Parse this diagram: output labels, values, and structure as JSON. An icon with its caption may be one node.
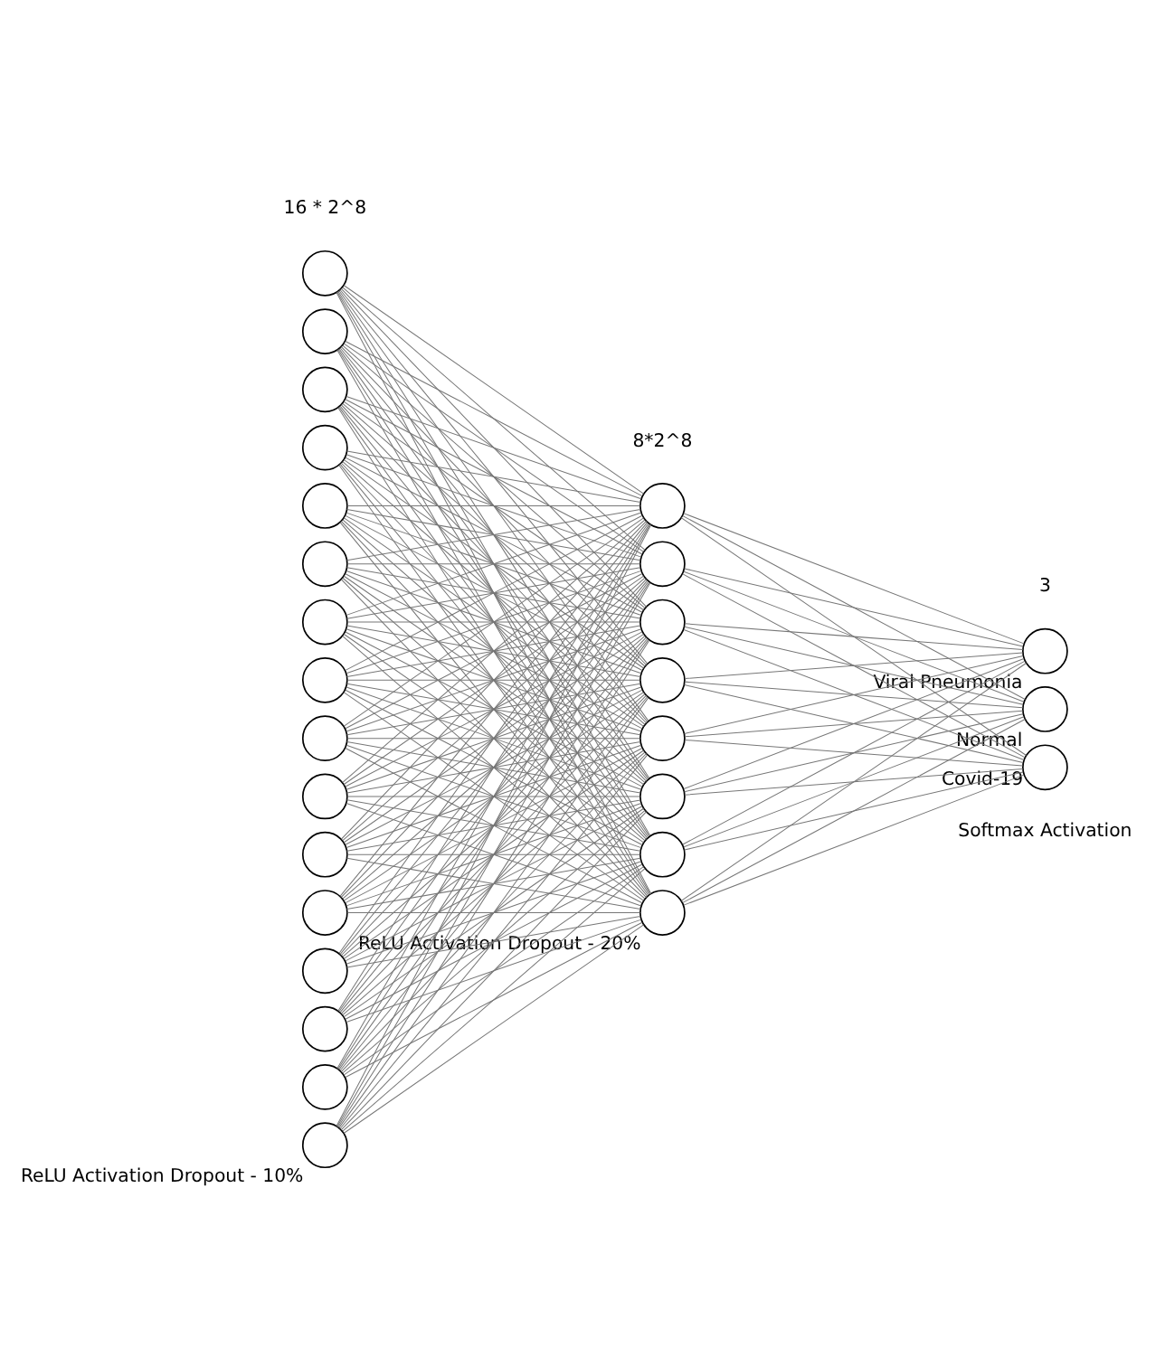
{
  "diagram": {
    "nodes": [
      {
        "text": [],
        "shape": "circle"
      },
      {
        "text": [],
        "shape": "circle"
      },
      {
        "text": [],
        "shape": "circle"
      },
      {
        "text": [],
        "shape": "circle"
      },
      {
        "text": [],
        "shape": "circle"
      },
      {
        "text": [],
        "shape": "circle"
      },
      {
        "text": [],
        "shape": "circle"
      },
      {
        "text": [],
        "shape": "circle"
      },
      {
        "text": [],
        "shape": "circle"
      },
      {
        "text": [],
        "shape": "circle"
      },
      {
        "text": [],
        "shape": "circle"
      },
      {
        "text": [],
        "shape": "circle"
      },
      {
        "text": [],
        "shape": "circle"
      },
      {
        "text": [],
        "shape": "circle"
      },
      {
        "text": [],
        "shape": "circle"
      },
      {
        "text": [],
        "shape": "circle",
        "beside": [
          "ReLU Activation Dropout - 10%"
        ]
      },
      {
        "text": [],
        "shape": "circle"
      },
      {
        "text": [],
        "shape": "circle"
      },
      {
        "text": [],
        "shape": "circle"
      },
      {
        "text": [],
        "shape": "circle"
      },
      {
        "text": [],
        "shape": "circle"
      },
      {
        "text": [],
        "shape": "circle"
      },
      {
        "text": [],
        "shape": "circle"
      },
      {
        "text": [],
        "shape": "circle",
        "beside": [
          "ReLU Activation Dropout - 20%"
        ]
      },
      {
        "text": [],
        "shape": "circle",
        "beside": [
          "Viral Pneumonia"
        ]
      },
      {
        "text": [],
        "shape": "circle",
        "beside": [
          "Normal"
        ]
      },
      {
        "text": [],
        "shape": "circle",
        "beside": [
          "Covid-19"
        ]
      }
    ],
    "edges": [
      {
        "from": 0,
        "to": 16,
        "arrow": "none"
      },
      {
        "from": 0,
        "to": 17,
        "arrow": "none"
      },
      {
        "from": 0,
        "to": 18,
        "arrow": "none"
      },
      {
        "from": 0,
        "to": 19,
        "arrow": "none"
      },
      {
        "from": 0,
        "to": 20,
        "arrow": "none"
      },
      {
        "from": 0,
        "to": 21,
        "arrow": "none"
      },
      {
        "from": 0,
        "to": 22,
        "arrow": "none"
      },
      {
        "from": 0,
        "to": 23,
        "arrow": "none"
      },
      {
        "from": 1,
        "to": 16,
        "arrow": "none"
      },
      {
        "from": 1,
        "to": 17,
        "arrow": "none"
      },
      {
        "from": 1,
        "to": 18,
        "arrow": "none"
      },
      {
        "from": 1,
        "to": 19,
        "arrow": "none"
      },
      {
        "from": 1,
        "to": 20,
        "arrow": "none"
      },
      {
        "from": 1,
        "to": 21,
        "arrow": "none"
      },
      {
        "from": 1,
        "to": 22,
        "arrow": "none"
      },
      {
        "from": 1,
        "to": 23,
        "arrow": "none"
      },
      {
        "from": 2,
        "to": 16,
        "arrow": "none"
      },
      {
        "from": 2,
        "to": 17,
        "arrow": "none"
      },
      {
        "from": 2,
        "to": 18,
        "arrow": "none"
      },
      {
        "from": 2,
        "to": 19,
        "arrow": "none"
      },
      {
        "from": 2,
        "to": 20,
        "arrow": "none"
      },
      {
        "from": 2,
        "to": 21,
        "arrow": "none"
      },
      {
        "from": 2,
        "to": 22,
        "arrow": "none"
      },
      {
        "from": 2,
        "to": 23,
        "arrow": "none"
      },
      {
        "from": 3,
        "to": 16,
        "arrow": "none"
      },
      {
        "from": 3,
        "to": 17,
        "arrow": "none"
      },
      {
        "from": 3,
        "to": 18,
        "arrow": "none"
      },
      {
        "from": 3,
        "to": 19,
        "arrow": "none"
      },
      {
        "from": 3,
        "to": 20,
        "arrow": "none"
      },
      {
        "from": 3,
        "to": 21,
        "arrow": "none"
      },
      {
        "from": 3,
        "to": 22,
        "arrow": "none"
      },
      {
        "from": 3,
        "to": 23,
        "arrow": "none"
      },
      {
        "from": 4,
        "to": 16,
        "arrow": "none"
      },
      {
        "from": 4,
        "to": 17,
        "arrow": "none"
      },
      {
        "from": 4,
        "to": 18,
        "arrow": "none"
      },
      {
        "from": 4,
        "to": 19,
        "arrow": "none"
      },
      {
        "from": 4,
        "to": 20,
        "arrow": "none"
      },
      {
        "from": 4,
        "to": 21,
        "arrow": "none"
      },
      {
        "from": 4,
        "to": 22,
        "arrow": "none"
      },
      {
        "from": 4,
        "to": 23,
        "arrow": "none"
      },
      {
        "from": 5,
        "to": 16,
        "arrow": "none"
      },
      {
        "from": 5,
        "to": 17,
        "arrow": "none"
      },
      {
        "from": 5,
        "to": 18,
        "arrow": "none"
      },
      {
        "from": 5,
        "to": 19,
        "arrow": "none"
      },
      {
        "from": 5,
        "to": 20,
        "arrow": "none"
      },
      {
        "from": 5,
        "to": 21,
        "arrow": "none"
      },
      {
        "from": 5,
        "to": 22,
        "arrow": "none"
      },
      {
        "from": 5,
        "to": 23,
        "arrow": "none"
      },
      {
        "from": 6,
        "to": 16,
        "arrow": "none"
      },
      {
        "from": 6,
        "to": 17,
        "arrow": "none"
      },
      {
        "from": 6,
        "to": 18,
        "arrow": "none"
      },
      {
        "from": 6,
        "to": 19,
        "arrow": "none"
      },
      {
        "from": 6,
        "to": 20,
        "arrow": "none"
      },
      {
        "from": 6,
        "to": 21,
        "arrow": "none"
      },
      {
        "from": 6,
        "to": 22,
        "arrow": "none"
      },
      {
        "from": 6,
        "to": 23,
        "arrow": "none"
      },
      {
        "from": 7,
        "to": 16,
        "arrow": "none"
      },
      {
        "from": 7,
        "to": 17,
        "arrow": "none"
      },
      {
        "from": 7,
        "to": 18,
        "arrow": "none"
      },
      {
        "from": 7,
        "to": 19,
        "arrow": "none"
      },
      {
        "from": 7,
        "to": 20,
        "arrow": "none"
      },
      {
        "from": 7,
        "to": 21,
        "arrow": "none"
      },
      {
        "from": 7,
        "to": 22,
        "arrow": "none"
      },
      {
        "from": 7,
        "to": 23,
        "arrow": "none"
      },
      {
        "from": 8,
        "to": 16,
        "arrow": "none"
      },
      {
        "from": 8,
        "to": 17,
        "arrow": "none"
      },
      {
        "from": 8,
        "to": 18,
        "arrow": "none"
      },
      {
        "from": 8,
        "to": 19,
        "arrow": "none"
      },
      {
        "from": 8,
        "to": 20,
        "arrow": "none"
      },
      {
        "from": 8,
        "to": 21,
        "arrow": "none"
      },
      {
        "from": 8,
        "to": 22,
        "arrow": "none"
      },
      {
        "from": 8,
        "to": 23,
        "arrow": "none"
      },
      {
        "from": 9,
        "to": 16,
        "arrow": "none"
      },
      {
        "from": 9,
        "to": 17,
        "arrow": "none"
      },
      {
        "from": 9,
        "to": 18,
        "arrow": "none"
      },
      {
        "from": 9,
        "to": 19,
        "arrow": "none"
      },
      {
        "from": 9,
        "to": 20,
        "arrow": "none"
      },
      {
        "from": 9,
        "to": 21,
        "arrow": "none"
      },
      {
        "from": 9,
        "to": 22,
        "arrow": "none"
      },
      {
        "from": 9,
        "to": 23,
        "arrow": "none"
      },
      {
        "from": 10,
        "to": 16,
        "arrow": "none"
      },
      {
        "from": 10,
        "to": 17,
        "arrow": "none"
      },
      {
        "from": 10,
        "to": 18,
        "arrow": "none"
      },
      {
        "from": 10,
        "to": 19,
        "arrow": "none"
      },
      {
        "from": 10,
        "to": 20,
        "arrow": "none"
      },
      {
        "from": 10,
        "to": 21,
        "arrow": "none"
      },
      {
        "from": 10,
        "to": 22,
        "arrow": "none"
      },
      {
        "from": 10,
        "to": 23,
        "arrow": "none"
      },
      {
        "from": 11,
        "to": 16,
        "arrow": "none"
      },
      {
        "from": 11,
        "to": 17,
        "arrow": "none"
      },
      {
        "from": 11,
        "to": 18,
        "arrow": "none"
      },
      {
        "from": 11,
        "to": 19,
        "arrow": "none"
      },
      {
        "from": 11,
        "to": 20,
        "arrow": "none"
      },
      {
        "from": 11,
        "to": 21,
        "arrow": "none"
      },
      {
        "from": 11,
        "to": 22,
        "arrow": "none"
      },
      {
        "from": 11,
        "to": 23,
        "arrow": "none"
      },
      {
        "from": 12,
        "to": 16,
        "arrow": "none"
      },
      {
        "from": 12,
        "to": 17,
        "arrow": "none"
      },
      {
        "from": 12,
        "to": 18,
        "arrow": "none"
      },
      {
        "from": 12,
        "to": 19,
        "arrow": "none"
      },
      {
        "from": 12,
        "to": 20,
        "arrow": "none"
      },
      {
        "from": 12,
        "to": 21,
        "arrow": "none"
      },
      {
        "from": 12,
        "to": 22,
        "arrow": "none"
      },
      {
        "from": 12,
        "to": 23,
        "arrow": "none"
      },
      {
        "from": 13,
        "to": 16,
        "arrow": "none"
      },
      {
        "from": 13,
        "to": 17,
        "arrow": "none"
      },
      {
        "from": 13,
        "to": 18,
        "arrow": "none"
      },
      {
        "from": 13,
        "to": 19,
        "arrow": "none"
      },
      {
        "from": 13,
        "to": 20,
        "arrow": "none"
      },
      {
        "from": 13,
        "to": 21,
        "arrow": "none"
      },
      {
        "from": 13,
        "to": 22,
        "arrow": "none"
      },
      {
        "from": 13,
        "to": 23,
        "arrow": "none"
      },
      {
        "from": 14,
        "to": 16,
        "arrow": "none"
      },
      {
        "from": 14,
        "to": 17,
        "arrow": "none"
      },
      {
        "from": 14,
        "to": 18,
        "arrow": "none"
      },
      {
        "from": 14,
        "to": 19,
        "arrow": "none"
      },
      {
        "from": 14,
        "to": 20,
        "arrow": "none"
      },
      {
        "from": 14,
        "to": 21,
        "arrow": "none"
      },
      {
        "from": 14,
        "to": 22,
        "arrow": "none"
      },
      {
        "from": 14,
        "to": 23,
        "arrow": "none"
      },
      {
        "from": 15,
        "to": 16,
        "arrow": "none"
      },
      {
        "from": 15,
        "to": 17,
        "arrow": "none"
      },
      {
        "from": 15,
        "to": 18,
        "arrow": "none"
      },
      {
        "from": 15,
        "to": 19,
        "arrow": "none"
      },
      {
        "from": 15,
        "to": 20,
        "arrow": "none"
      },
      {
        "from": 15,
        "to": 21,
        "arrow": "none"
      },
      {
        "from": 15,
        "to": 22,
        "arrow": "none"
      },
      {
        "from": 15,
        "to": 23,
        "arrow": "none"
      },
      {
        "from": 16,
        "to": 24,
        "arrow": "none"
      },
      {
        "from": 16,
        "to": 25,
        "arrow": "none"
      },
      {
        "from": 16,
        "to": 26,
        "arrow": "none"
      },
      {
        "from": 17,
        "to": 24,
        "arrow": "none"
      },
      {
        "from": 17,
        "to": 25,
        "arrow": "none"
      },
      {
        "from": 17,
        "to": 26,
        "arrow": "none"
      },
      {
        "from": 18,
        "to": 24,
        "arrow": "none"
      },
      {
        "from": 18,
        "to": 25,
        "arrow": "none"
      },
      {
        "from": 18,
        "to": 26,
        "arrow": "none"
      },
      {
        "from": 19,
        "to": 24,
        "arrow": "none"
      },
      {
        "from": 19,
        "to": 25,
        "arrow": "none"
      },
      {
        "from": 19,
        "to": 26,
        "arrow": "none"
      },
      {
        "from": 20,
        "to": 24,
        "arrow": "none"
      },
      {
        "from": 20,
        "to": 25,
        "arrow": "none"
      },
      {
        "from": 20,
        "to": 26,
        "arrow": "none"
      },
      {
        "from": 21,
        "to": 24,
        "arrow": "none"
      },
      {
        "from": 21,
        "to": 25,
        "arrow": "none"
      },
      {
        "from": 21,
        "to": 26,
        "arrow": "none"
      },
      {
        "from": 22,
        "to": 24,
        "arrow": "none"
      },
      {
        "from": 22,
        "to": 25,
        "arrow": "none"
      },
      {
        "from": 22,
        "to": 26,
        "arrow": "none"
      },
      {
        "from": 23,
        "to": 24,
        "arrow": "none"
      },
      {
        "from": 23,
        "to": 25,
        "arrow": "none"
      },
      {
        "from": 23,
        "to": 26,
        "arrow": "none"
      }
    ],
    "labels": [
      "16 * 2^8",
      "8*2^8",
      "3",
      "Softmax Activation"
    ]
  }
}
